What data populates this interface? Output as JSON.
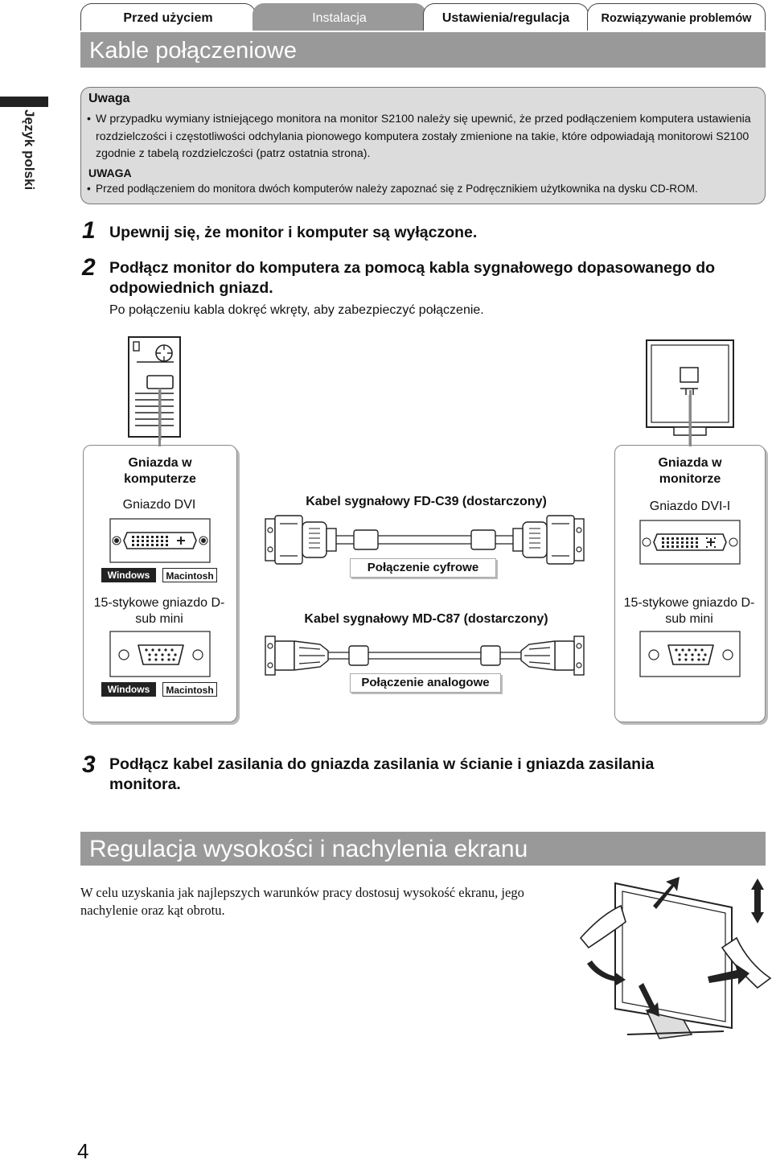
{
  "tabs": [
    "Przed użyciem",
    "Instalacja",
    "Ustawienia/regulacja",
    "Rozwiązywanie problemów"
  ],
  "section_title": "Kable połączeniowe",
  "side_label": "Język polski",
  "notes": {
    "heading": "Uwaga",
    "text": "W przypadku wymiany istniejącego monitora na monitor S2100 należy się upewnić, że przed podłączeniem komputera ustawienia rozdzielczości i częstotliwości odchylania pionowego komputera zostały zmienione na takie, które odpowiadają monitorowi S2100 zgodnie z tabelą rozdzielczości (patrz ostatnia strona).",
    "heading2": "UWAGA",
    "text2": "Przed podłączeniem do monitora dwóch komputerów należy zapoznać się z Podręcznikiem użytkownika na dysku CD-ROM."
  },
  "steps": [
    {
      "num": "1",
      "text": "Upewnij się, że monitor i komputer są wyłączone."
    },
    {
      "num": "2",
      "text": "Podłącz monitor do komputera za pomocą kabla sygnałowego dopasowanego do odpowiednich gniazd.",
      "sub": "Po połączeniu kabla dokręć wkręty, aby zabezpieczyć połączenie."
    },
    {
      "num": "3",
      "text": "Podłącz kabel zasilania do gniazda zasilania w ścianie i gniazda zasilania monitora."
    }
  ],
  "diagram": {
    "computer_heading": "Gniazda w komputerze",
    "monitor_heading": "Gniazda w monitorze",
    "computer_dvi": "Gniazdo DVI",
    "monitor_dvi": "Gniazdo DVI-I",
    "dvi_cable": "Kabel sygnałowy FD-C39 (dostarczony)",
    "dsub_cable": "Kabel sygnałowy MD-C87 (dostarczony)",
    "dsub_port": "15-stykowe gniazdo D-sub mini",
    "digital": "Połączenie cyfrowe",
    "analog": "Połączenie analogowe",
    "windows": "Windows",
    "macintosh": "Macintosh"
  },
  "section2_title": "Regulacja wysokości i nachylenia ekranu",
  "section2_text": "W celu uzyskania jak najlepszych warunków pracy dostosuj wysokość ekranu, jego nachylenie oraz kąt obrotu.",
  "page_number": "4"
}
